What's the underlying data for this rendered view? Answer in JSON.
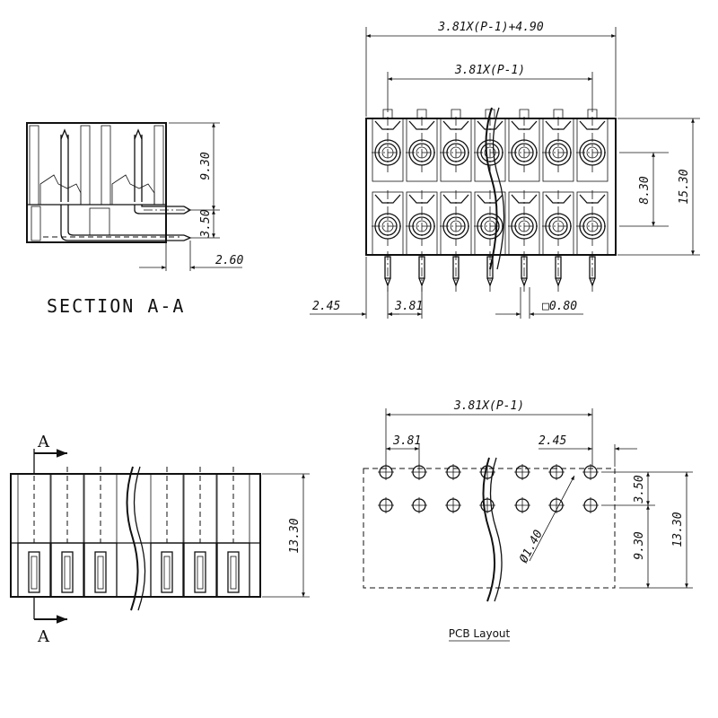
{
  "section_view": {
    "title": "SECTION A-A",
    "dim_height_upper": "9.30",
    "dim_height_lower": "3.50",
    "dim_offset": "2.60"
  },
  "front_view": {
    "dim_overall_width": "3.81X(P-1)+4.90",
    "dim_pitch_span": "3.81X(P-1)",
    "dim_row_spacing": "8.30",
    "dim_overall_height": "15.30",
    "dim_edge_offset": "2.45",
    "dim_pitch": "3.81",
    "dim_pin_square": "□0.80"
  },
  "side_view": {
    "marker_top": "A",
    "marker_bottom": "A",
    "dim_height": "13.30"
  },
  "pcb_layout": {
    "label": "PCB Layout",
    "dim_pitch_span": "3.81X(P-1)",
    "dim_pitch": "3.81",
    "dim_edge_offset": "2.45",
    "dim_row_spacing": "3.50",
    "dim_lower": "9.30",
    "dim_overall_height": "13.30",
    "dim_hole_diameter": "Ø1.40"
  }
}
